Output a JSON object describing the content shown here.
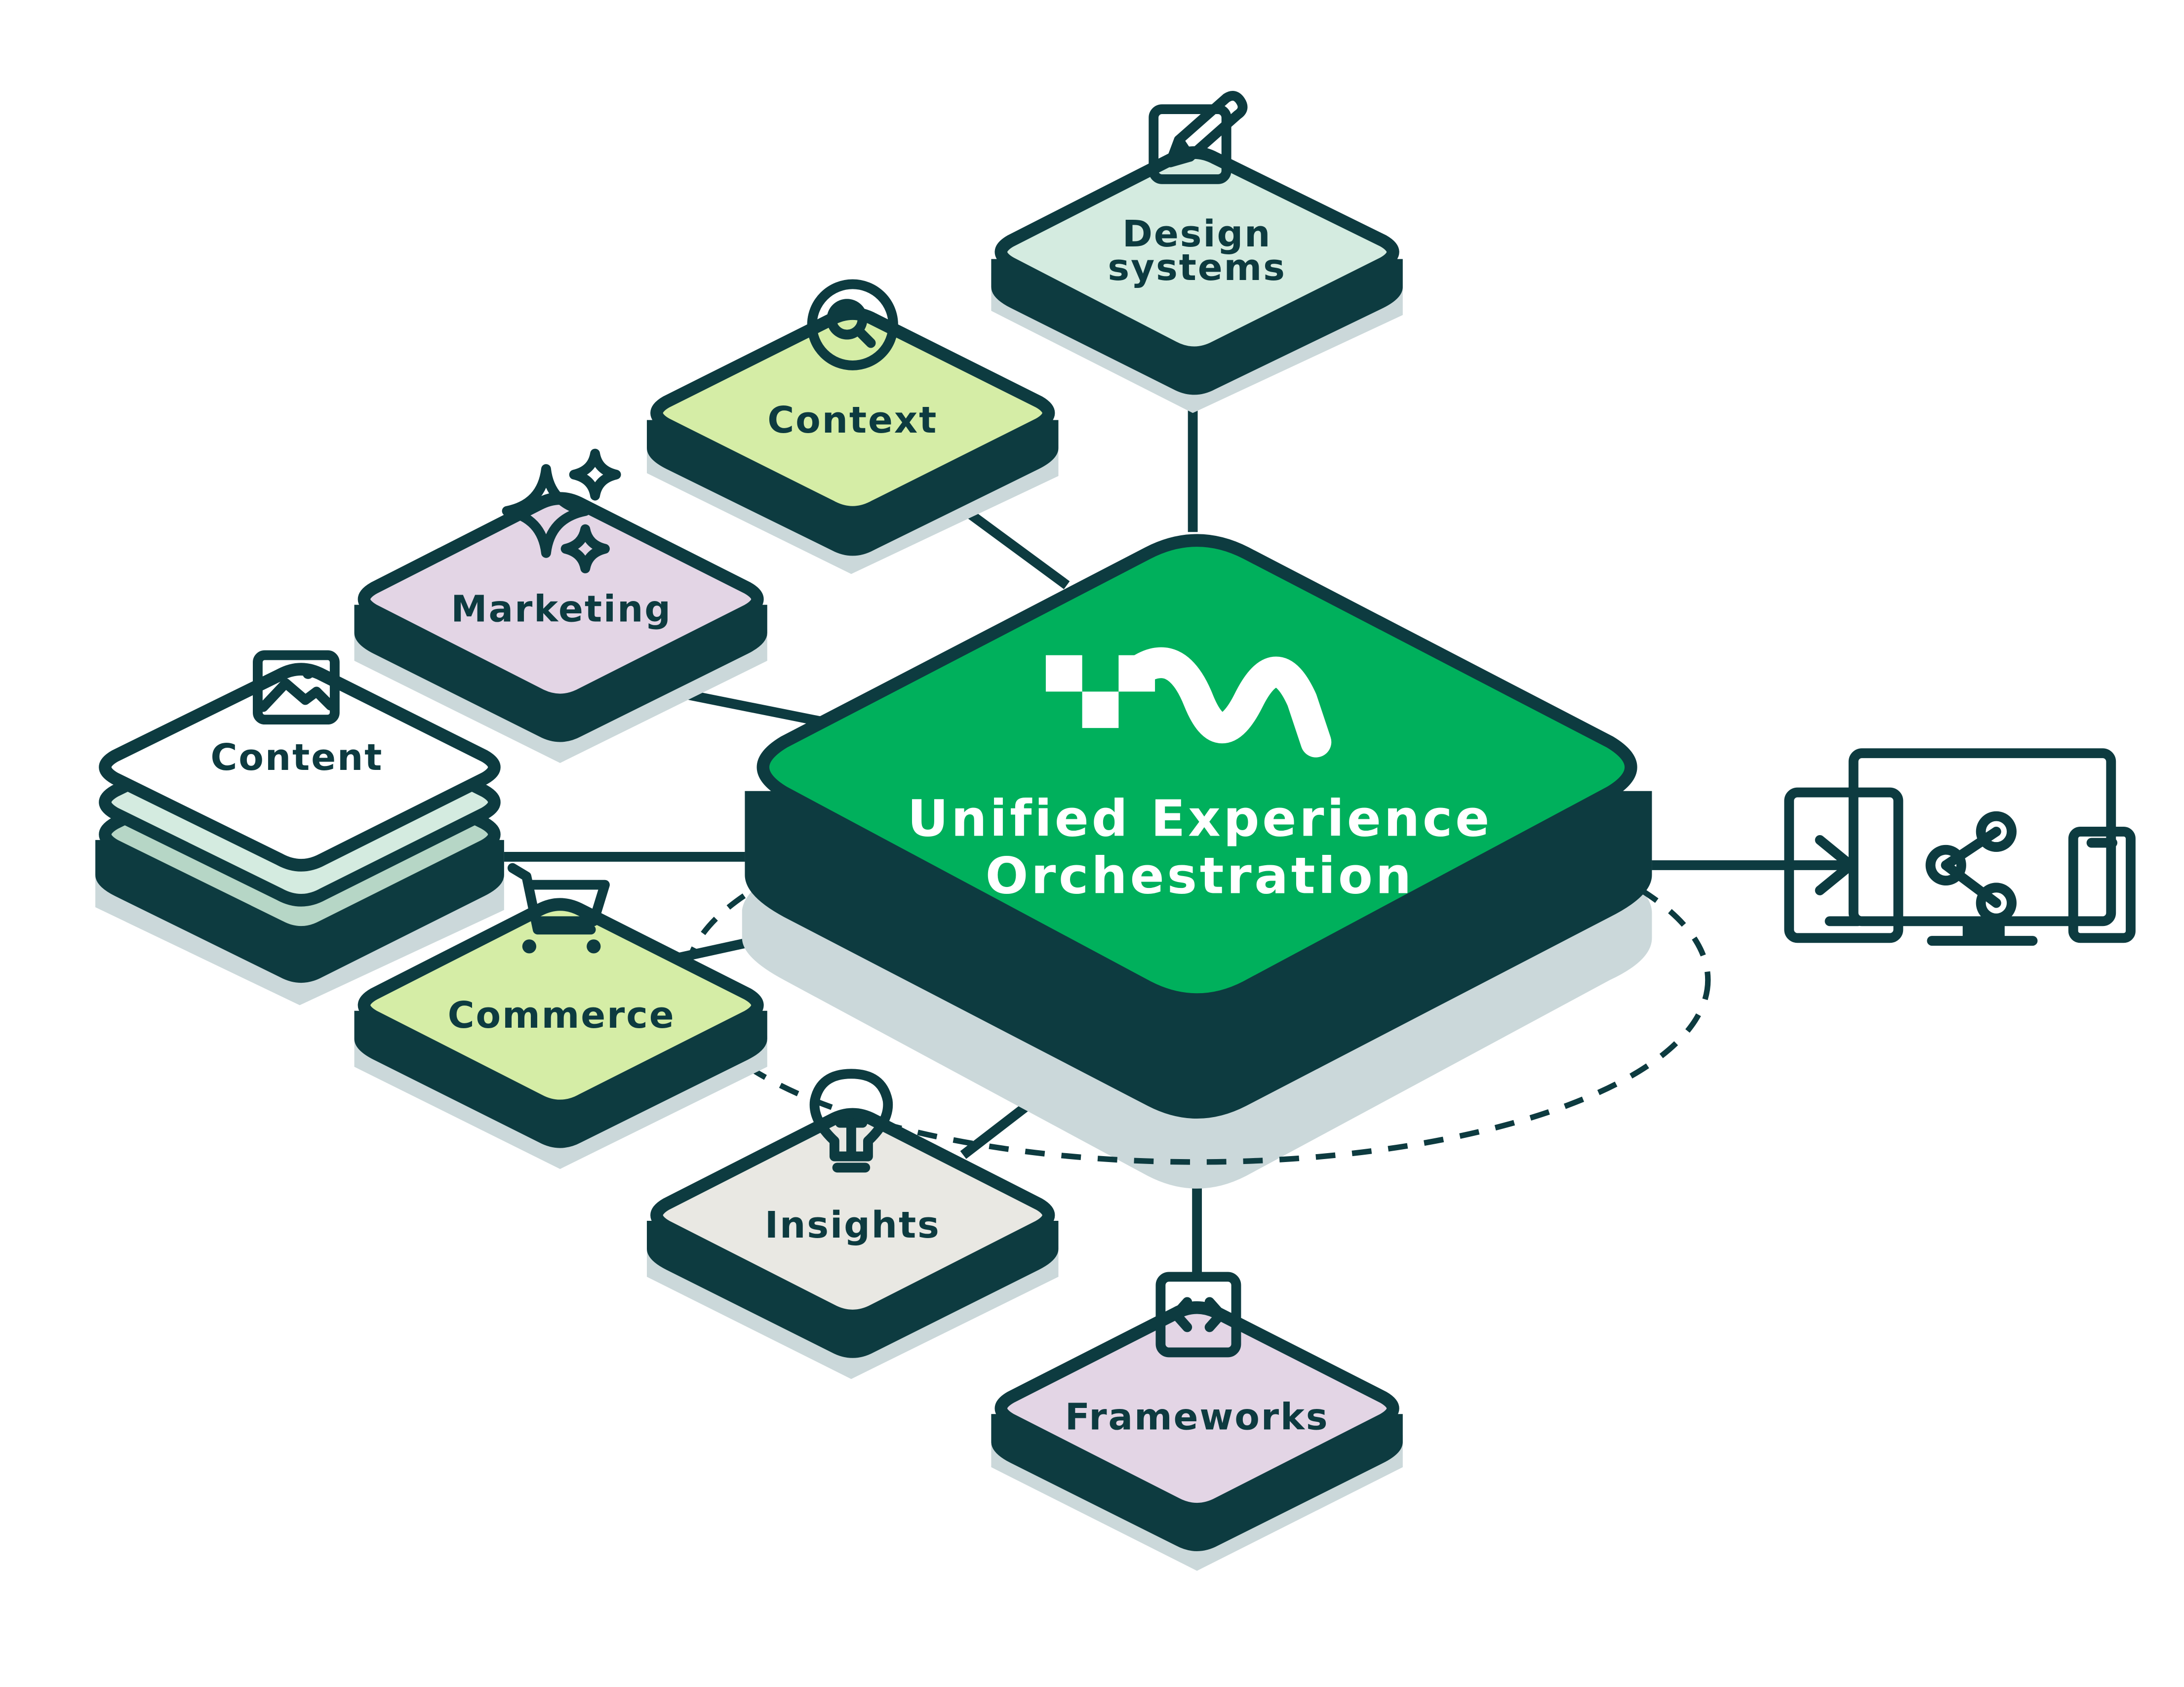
{
  "hub": {
    "title_line1": "Unified Experience",
    "title_line2": "Orchestration",
    "logo": "uniform-logo-icon",
    "fill_color": "#00b05c"
  },
  "nodes": [
    {
      "id": "design-systems",
      "line1": "Design",
      "line2": "systems",
      "icon": "pencil-square-icon",
      "color": "#d4ebe0"
    },
    {
      "id": "context",
      "line1": "Context",
      "icon": "magnifier-icon",
      "color": "#d5eda6"
    },
    {
      "id": "marketing",
      "line1": "Marketing",
      "icon": "sparkles-icon",
      "color": "#e3d5e5"
    },
    {
      "id": "content",
      "line1": "Content",
      "icon": "image-icon",
      "color": "#ffffff"
    },
    {
      "id": "commerce",
      "line1": "Commerce",
      "icon": "shopping-cart-icon",
      "color": "#d5eda6"
    },
    {
      "id": "insights",
      "line1": "Insights",
      "icon": "lightbulb-icon",
      "color": "#e9e8e3"
    },
    {
      "id": "frameworks",
      "line1": "Frameworks",
      "icon": "code-brackets-icon",
      "color": "#e3d5e5"
    }
  ],
  "output": {
    "icon": "multi-device-icon"
  },
  "colors": {
    "ink": "#0d3b40",
    "shadow": "#cbd8da",
    "device_fill": "#d4ebe0",
    "accent": "#00b05c"
  }
}
